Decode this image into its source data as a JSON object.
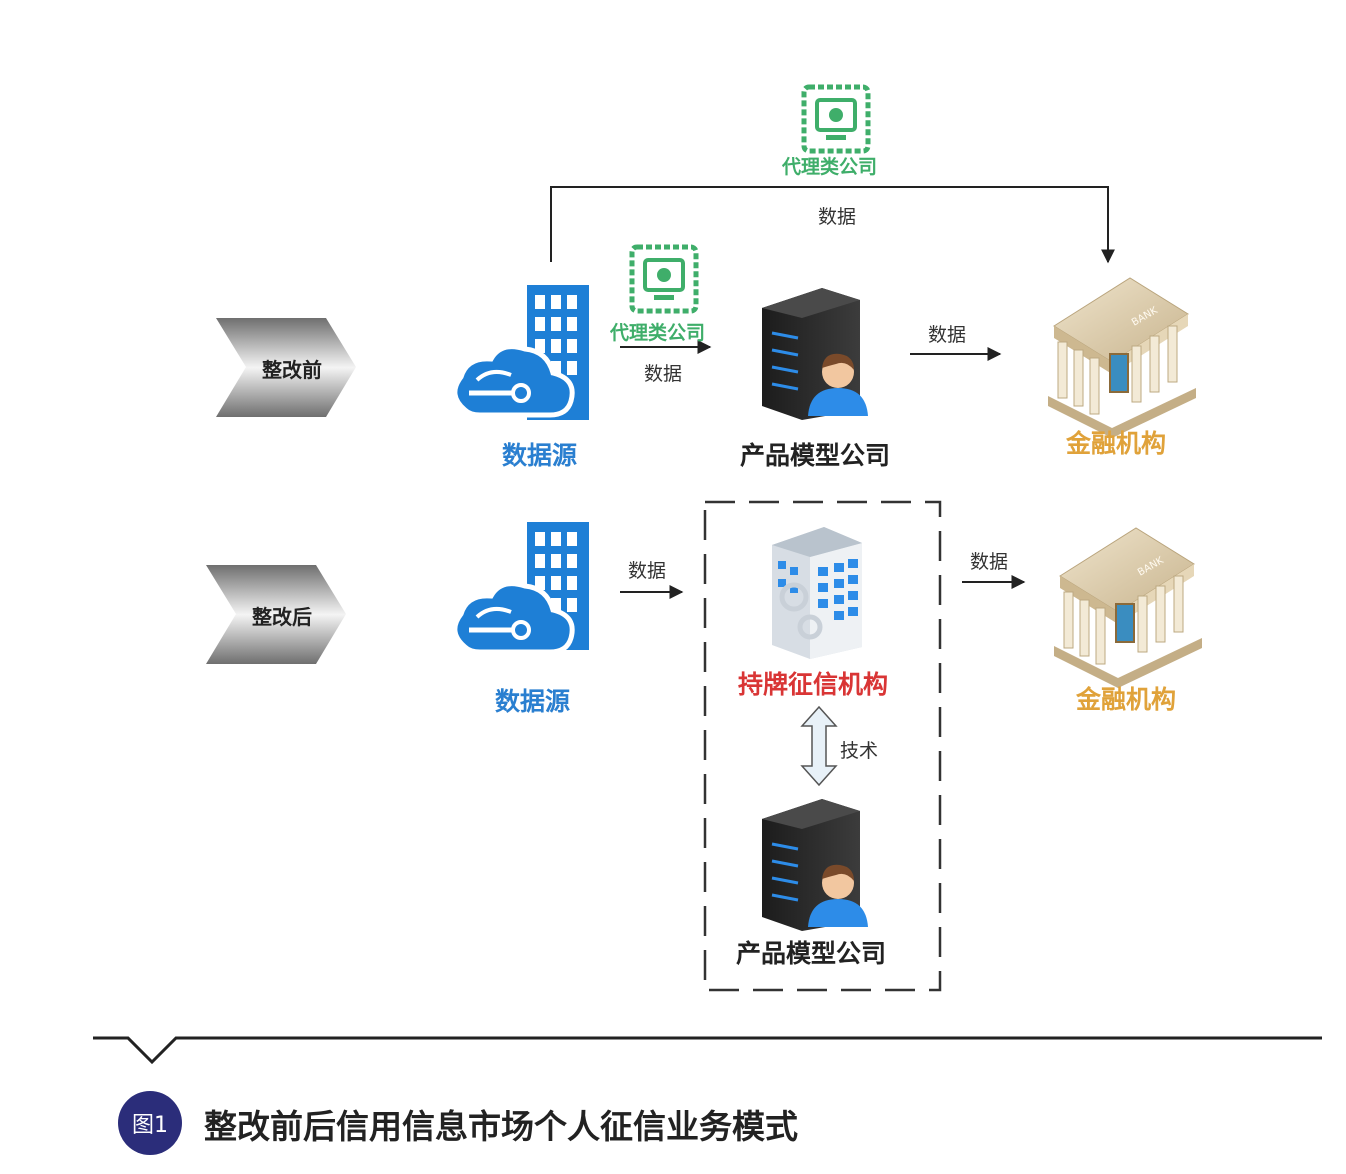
{
  "before": {
    "stage_label": "整改前",
    "agent_top_label": "代理类公司",
    "agent_mid_label": "代理类公司",
    "data_top": "数据",
    "data_mid": "数据",
    "data_right": "数据",
    "source_label": "数据源",
    "model_label": "产品模型公司",
    "bank_label": "金融机构"
  },
  "after": {
    "stage_label": "整改后",
    "data_left": "数据",
    "data_right": "数据",
    "source_label": "数据源",
    "credit_label": "持牌征信机构",
    "tech_label": "技术",
    "model_label": "产品模型公司",
    "bank_label": "金融机构"
  },
  "icons": {
    "bank_sign": "BANK"
  },
  "caption": {
    "badge": "图1",
    "title": "整改前后信用信息市场个人征信业务模式"
  }
}
